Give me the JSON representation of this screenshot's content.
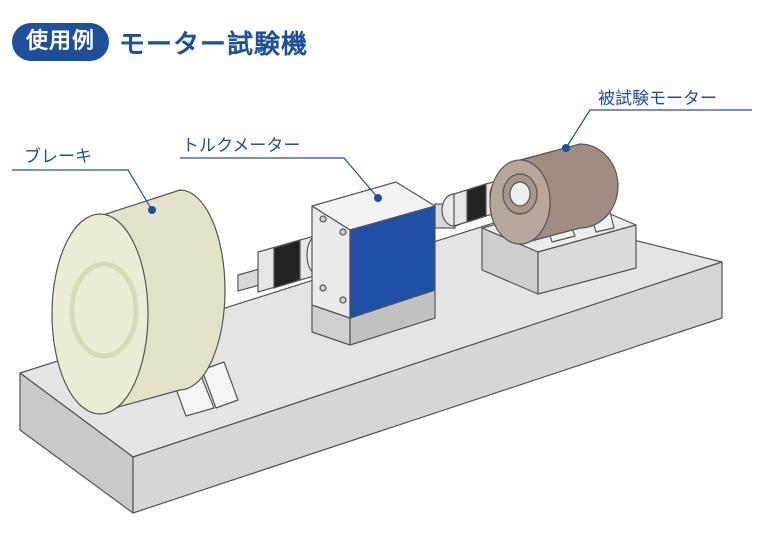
{
  "header": {
    "badge": "使用例",
    "title": "モーター試験機"
  },
  "labels": {
    "brake": "ブレーキ",
    "torque_meter": "トルクメーター",
    "test_motor": "被試験モーター"
  },
  "colors": {
    "accent": "#1d4f9b",
    "torque_meter_body": "#1f50a8",
    "brake_body": "#ecebd6",
    "motor_body": "#9f8b82",
    "base": "#dedede"
  }
}
